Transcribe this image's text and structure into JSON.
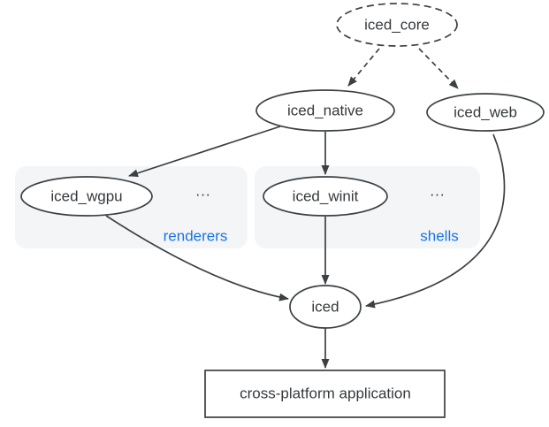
{
  "colors": {
    "background": "#ffffff",
    "edge": "#3c4043",
    "node-border": "#3c4043",
    "node-fill": "#ffffff",
    "text": "#35393c",
    "group-bg": "#f3f5f7",
    "group-label": "#1a73e8"
  },
  "nodes": {
    "iced_core": {
      "label": "iced_core",
      "shape": "ellipse",
      "border": "dashed"
    },
    "iced_native": {
      "label": "iced_native",
      "shape": "ellipse",
      "border": "solid"
    },
    "iced_web": {
      "label": "iced_web",
      "shape": "ellipse",
      "border": "solid"
    },
    "iced_wgpu": {
      "label": "iced_wgpu",
      "shape": "ellipse",
      "border": "solid",
      "group": "renderers"
    },
    "iced_winit": {
      "label": "iced_winit",
      "shape": "ellipse",
      "border": "solid",
      "group": "shells"
    },
    "iced": {
      "label": "iced",
      "shape": "ellipse",
      "border": "solid"
    },
    "app": {
      "label": "cross-platform application",
      "shape": "rectangle",
      "border": "solid"
    }
  },
  "groups": {
    "renderers": {
      "label": "renderers",
      "more_indicator": "..."
    },
    "shells": {
      "label": "shells",
      "more_indicator": "..."
    }
  },
  "edges": [
    {
      "from": "iced_core",
      "to": "iced_native",
      "style": "dashed"
    },
    {
      "from": "iced_core",
      "to": "iced_web",
      "style": "dashed"
    },
    {
      "from": "iced_native",
      "to": "iced_wgpu",
      "style": "solid"
    },
    {
      "from": "iced_native",
      "to": "iced_winit",
      "style": "solid"
    },
    {
      "from": "iced_wgpu",
      "to": "iced",
      "style": "solid"
    },
    {
      "from": "iced_winit",
      "to": "iced",
      "style": "solid"
    },
    {
      "from": "iced_web",
      "to": "iced",
      "style": "solid"
    },
    {
      "from": "iced",
      "to": "app",
      "style": "solid"
    }
  ]
}
